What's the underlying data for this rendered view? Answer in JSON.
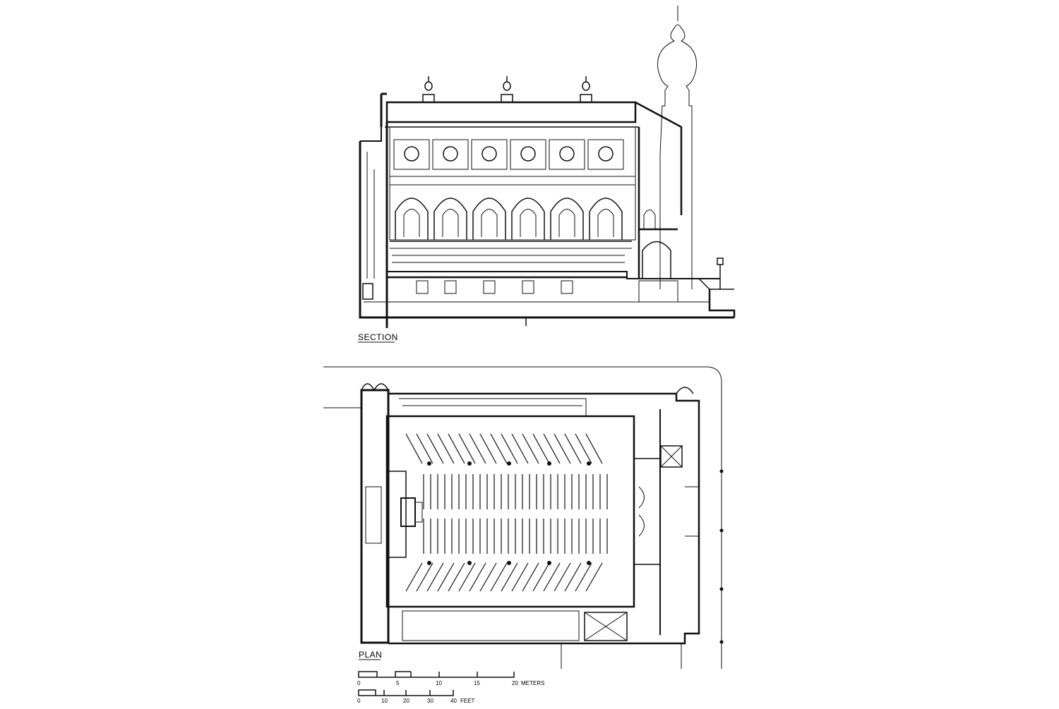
{
  "labels": {
    "section": "SECTION",
    "plan": "PLAN"
  },
  "scale_bars": {
    "meters": {
      "ticks": [
        "0",
        "5",
        "10",
        "15",
        "20"
      ],
      "unit": "METERS"
    },
    "feet": {
      "ticks": [
        "0",
        "10",
        "20",
        "30",
        "40"
      ],
      "unit": "FEET"
    }
  },
  "colors": {
    "ink": "#111111",
    "paper": "#ffffff"
  }
}
